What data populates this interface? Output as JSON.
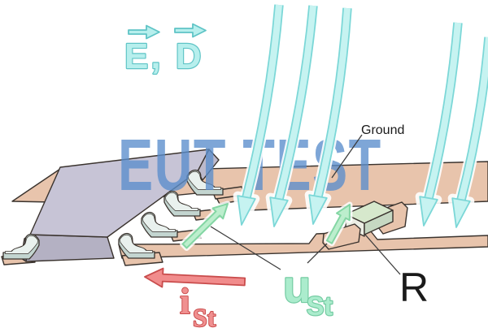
{
  "diagram": {
    "watermark": "EUT TEST",
    "field_vector_label": "E, D",
    "ground_label": "Ground",
    "u_label": {
      "main": "u",
      "sub": "St"
    },
    "i_label": {
      "main": "i",
      "sub": "St"
    },
    "r_label": "R"
  },
  "colors": {
    "outline": "#3a332e",
    "leader_color": "#3c3c3c",
    "label_color": "#1a1a1a",
    "copper": "#e8c4ac",
    "ic_top": "#c7c4d6",
    "ic_front": "#b4b1c3",
    "ic_chamfer": "#bcb9cb",
    "ic_end": "#a8a5b8",
    "pin_top": "#e9f1ee",
    "pin_side": "#c3d5d0",
    "res_top": "#d6e8cc",
    "res_front": "#eceee4",
    "res_side": "#c6d8c2",
    "field_arrow_fill": "#c6f3f1",
    "field_arrow_stroke": "#7bd7d7",
    "field_text_fill": "#b7efed",
    "field_text_stroke": "#5fc4c6",
    "green_arrow_fill": "#bceecd",
    "green_arrow_stroke": "#84d6a4",
    "u_text_fill": "#abeccd",
    "u_text_stroke": "#74cba2",
    "red_arrow_fill": "#f18c8c",
    "red_arrow_stroke": "#c94c4c",
    "i_text_fill": "#f09090",
    "i_text_stroke": "#c84848",
    "watermark_color": "#5b8ecc"
  }
}
